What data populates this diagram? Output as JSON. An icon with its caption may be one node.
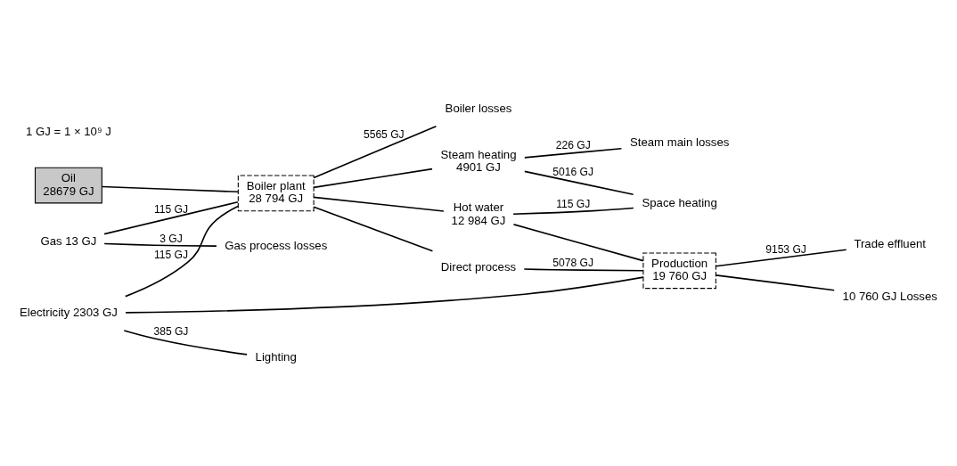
{
  "diagram": {
    "nodes": [
      {
        "text": [
          "Oil",
          "28679 GJ"
        ]
      },
      {
        "text": [
          "Boiler plant",
          "28 794 GJ"
        ]
      },
      {
        "text": [
          "Gas 13 GJ"
        ]
      },
      {
        "text": [
          "Electricity 2303 GJ"
        ]
      },
      {
        "text": [
          "Steam heating",
          "4901 GJ"
        ]
      },
      {
        "text": [
          "Hot water",
          "12 984 GJ"
        ]
      },
      {
        "text": [
          "Direct process"
        ]
      },
      {
        "text": [
          "Production",
          "19 760 GJ"
        ]
      },
      {
        "text": [
          "Boiler losses"
        ]
      },
      {
        "text": [
          "Steam main losses"
        ]
      },
      {
        "text": [
          "Gas process losses"
        ]
      },
      {
        "text": [
          "Space heating"
        ]
      },
      {
        "text": [
          "Lighting"
        ]
      },
      {
        "text": [
          "Trade effluent"
        ]
      },
      {
        "text": [
          "10 760 GJ Losses"
        ]
      }
    ],
    "edges": [
      {
        "from": 0,
        "to": 1,
        "arrow": "none"
      },
      {
        "from": 2,
        "to": 1,
        "arrow": "none",
        "label": "115 GJ"
      },
      {
        "from": 3,
        "to": 1,
        "arrow": "none",
        "label": "115 GJ"
      },
      {
        "from": 1,
        "to": 8,
        "arrow": "none",
        "label": "5565 GJ"
      },
      {
        "from": 1,
        "to": 4,
        "arrow": "none"
      },
      {
        "from": 1,
        "to": 5,
        "arrow": "none"
      },
      {
        "from": 1,
        "to": 6,
        "arrow": "none"
      },
      {
        "from": 4,
        "to": 9,
        "arrow": "none",
        "label": "226 GJ"
      },
      {
        "from": 2,
        "to": 10,
        "arrow": "none",
        "label": "3 GJ"
      },
      {
        "from": 4,
        "to": 11,
        "arrow": "none",
        "label": "5016 GJ"
      },
      {
        "from": 5,
        "to": 11,
        "arrow": "none",
        "label": "115 GJ"
      },
      {
        "from": 3,
        "to": 12,
        "arrow": "none",
        "label": "385 GJ"
      },
      {
        "from": 6,
        "to": 7,
        "arrow": "none",
        "label": "5078 GJ"
      },
      {
        "from": 5,
        "to": 7,
        "arrow": "none"
      },
      {
        "from": 3,
        "to": 7,
        "arrow": "none"
      },
      {
        "from": 7,
        "to": 13,
        "arrow": "none",
        "label": "9153 GJ"
      },
      {
        "from": 7,
        "to": 14,
        "arrow": "none"
      }
    ],
    "labels": [
      "1 GJ = 1 × 10⁹ J"
    ]
  }
}
